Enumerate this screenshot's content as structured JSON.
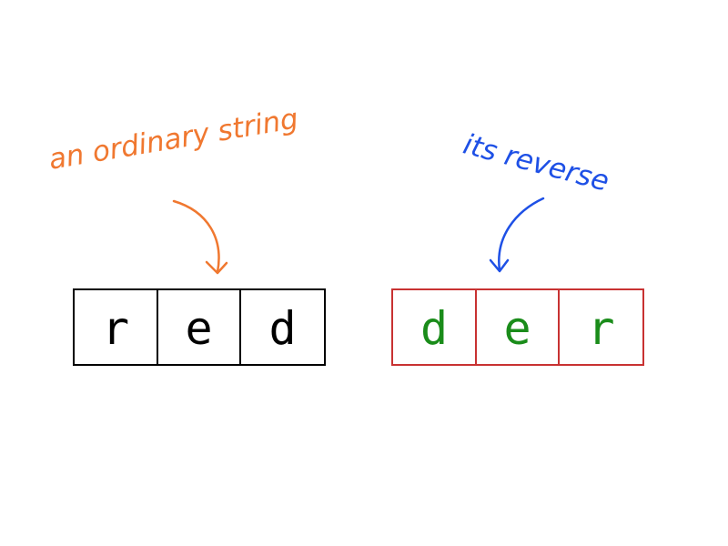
{
  "annotations": {
    "original_label": "an ordinary string",
    "reversed_label": "its reverse"
  },
  "original_string": {
    "cells": [
      "r",
      "e",
      "d"
    ]
  },
  "reversed_string": {
    "cells": [
      "d",
      "e",
      "r"
    ]
  },
  "colors": {
    "original_label": "#f07830",
    "reversed_label": "#1e50e6",
    "original_border": "#000000",
    "reversed_border": "#c83232",
    "reversed_text": "#1a8c1a"
  }
}
